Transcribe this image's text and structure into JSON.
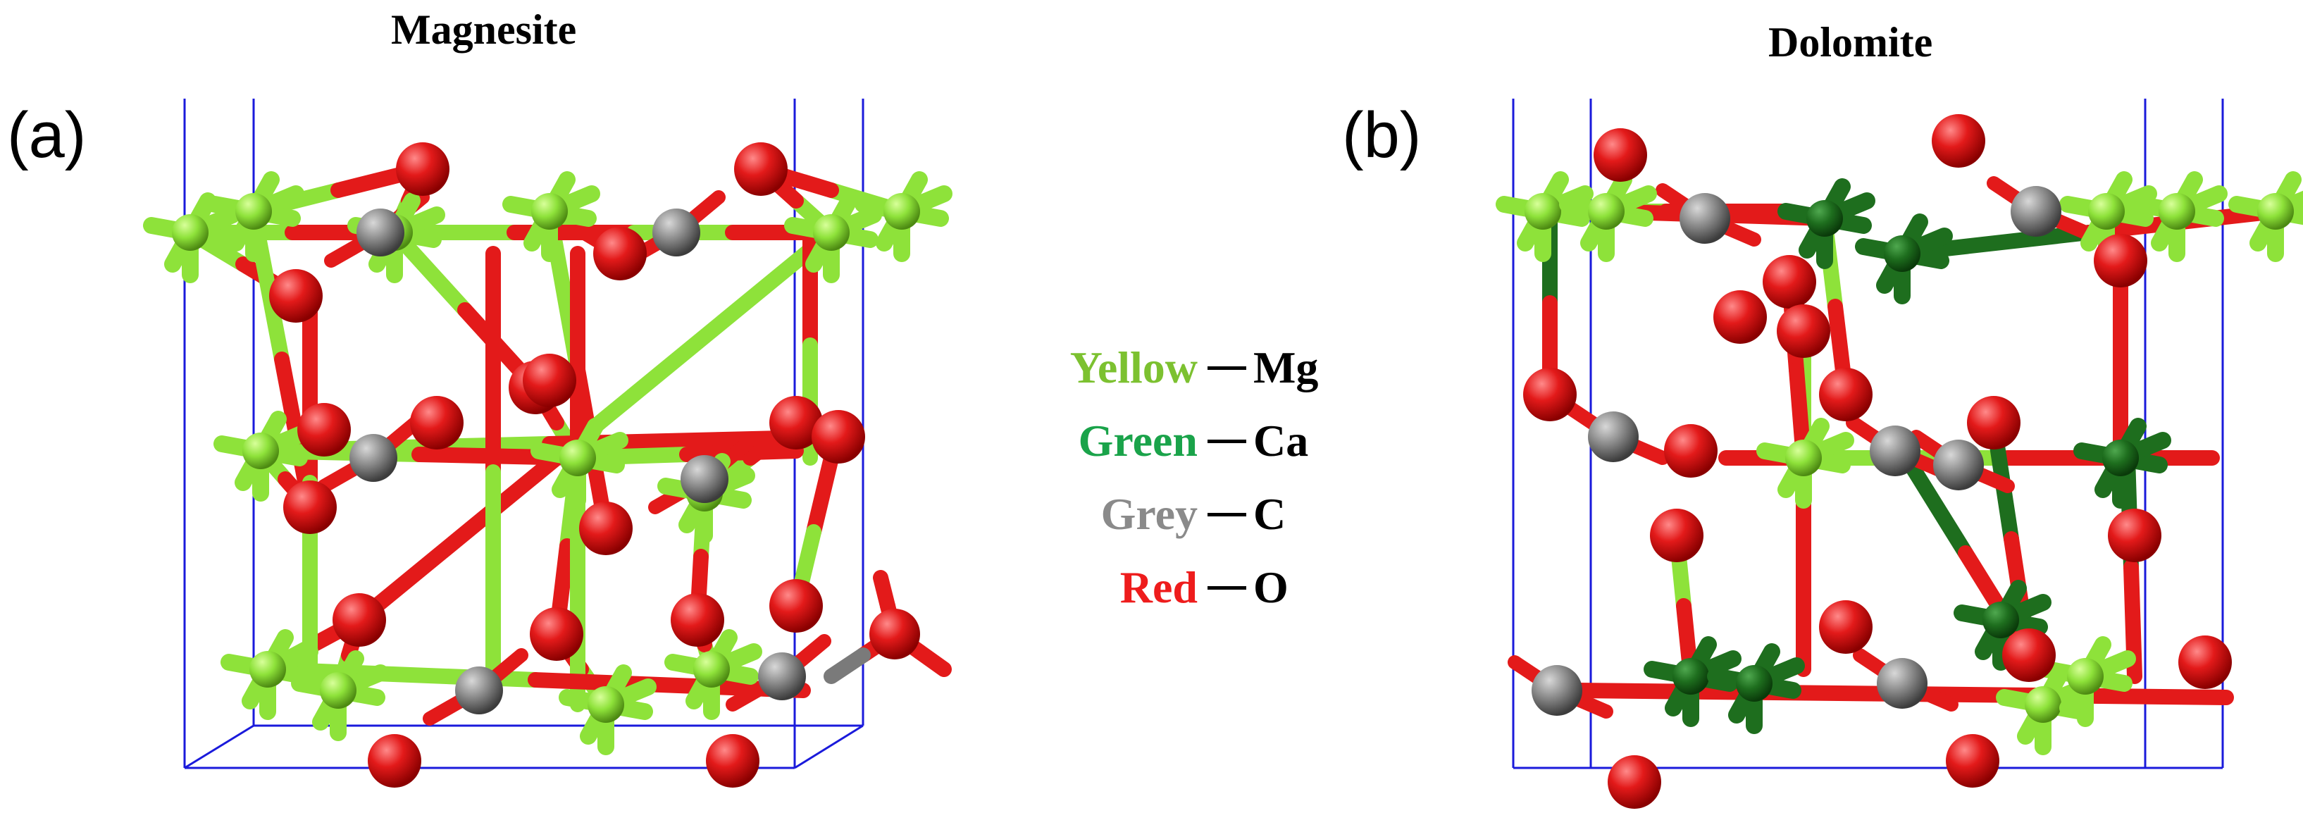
{
  "panels": [
    {
      "id": "a",
      "label": "(a)",
      "title": "Magnesite"
    },
    {
      "id": "b",
      "label": "(b)",
      "title": "Dolomite"
    }
  ],
  "legend": [
    {
      "color_name": "Yellow",
      "element": "Mg",
      "hex": "#7cc130"
    },
    {
      "color_name": "Green",
      "element": "Ca",
      "hex": "#1aa34a"
    },
    {
      "color_name": "Grey",
      "element": "C",
      "hex": "#8a8a8a"
    },
    {
      "color_name": "Red",
      "element": "O",
      "hex": "#ee1c1c"
    }
  ],
  "colors": {
    "mg": "#8ee23a",
    "ca": "#1e6e1e",
    "c": "#7a7a7a",
    "o": "#e31a1a",
    "cell": "#1a1adb"
  }
}
